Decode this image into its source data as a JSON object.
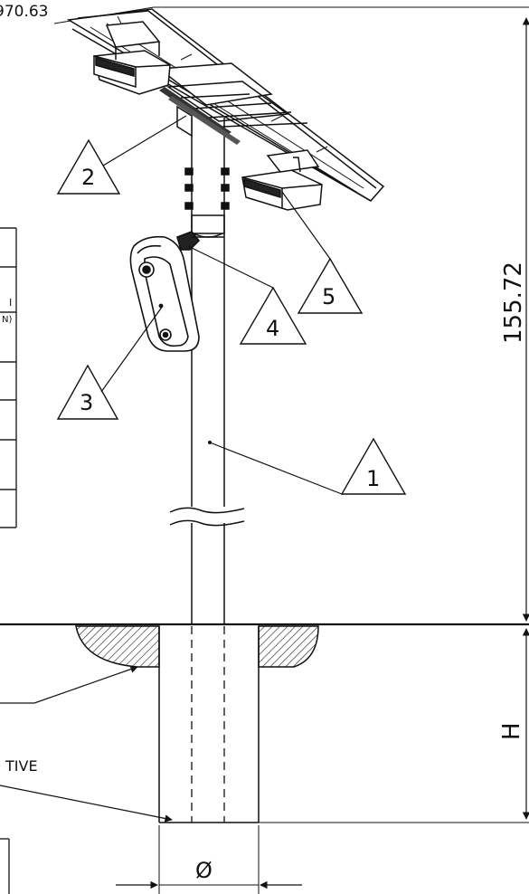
{
  "dimensions": {
    "top": "970.63",
    "height": "155.72",
    "embed": "H",
    "diameter": "Ø"
  },
  "balloons": {
    "pole": "1",
    "bracket": "2",
    "camera": "3",
    "clamp": "4",
    "battery": "5"
  },
  "left_table": {
    "row_fragments": [
      "I",
      "N)"
    ]
  },
  "notes": {
    "foundation_fragment": "TIVE"
  }
}
